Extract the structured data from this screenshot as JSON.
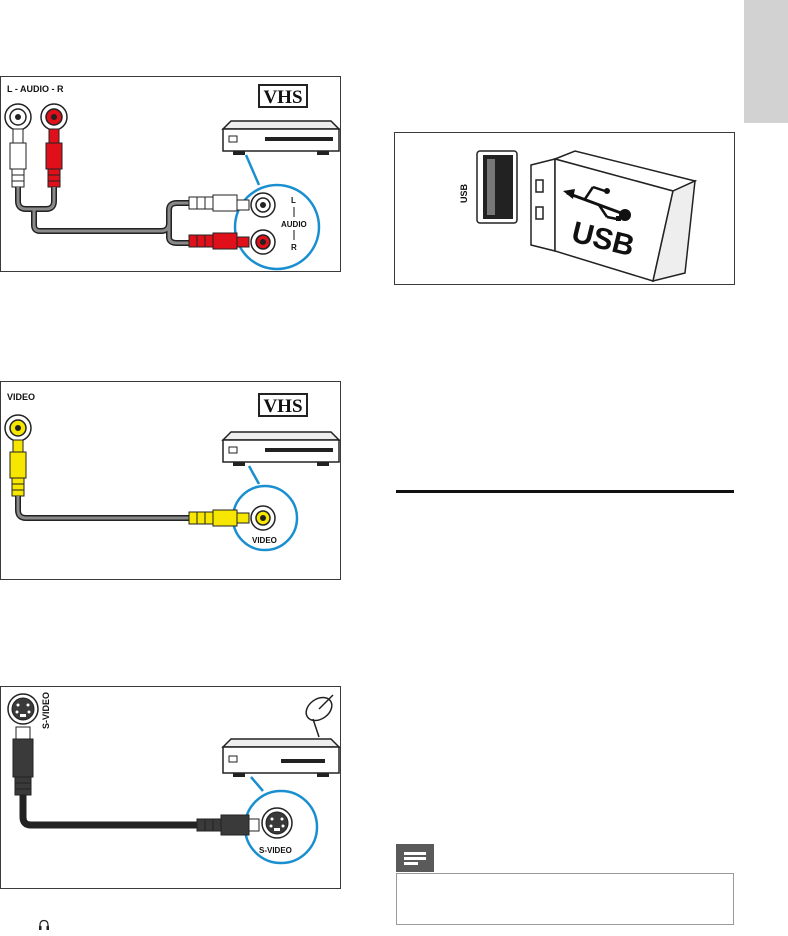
{
  "figures": {
    "audio": {
      "connector_label": "L - AUDIO - R",
      "device_logo": "VHS",
      "jack_label_l": "L",
      "jack_label_audio": "AUDIO",
      "jack_label_r": "R"
    },
    "video": {
      "connector_label": "VIDEO",
      "device_logo": "VHS",
      "jack_label": "VIDEO"
    },
    "svideo": {
      "connector_label": "S-VIDEO",
      "device_icon": "satellite-dish-icon",
      "jack_label": "S-VIDEO"
    },
    "usb": {
      "port_label": "USB",
      "stick_label": "USB",
      "symbol_icon": "usb-symbol-icon"
    }
  },
  "note": {
    "icon": "note-icon"
  },
  "footer": {
    "icon": "headphone-icon"
  },
  "colors": {
    "audio_left_white": "#ffffff",
    "audio_right_red": "#e0101a",
    "video_yellow": "#f7e600",
    "highlight_blue": "#1a8fd0",
    "cable_gray": "#8a8a8a",
    "svideo_cable": "#3a3a3a",
    "tab_gray": "#d2d2d2"
  }
}
